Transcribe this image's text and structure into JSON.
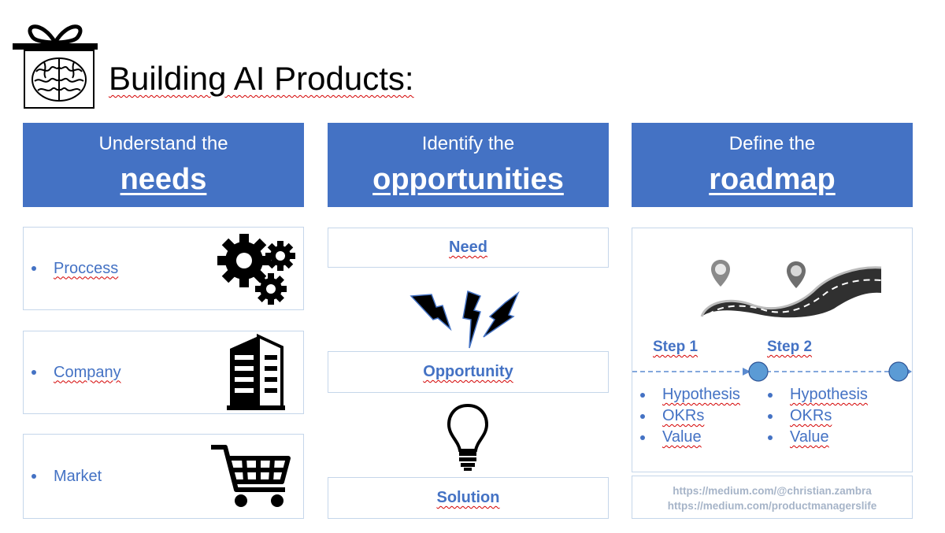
{
  "header": {
    "title": "Building AI Products:"
  },
  "columns": [
    {
      "small": "Understand the",
      "big": "needs"
    },
    {
      "small": "Identify the",
      "big": "opportunities"
    },
    {
      "small": "Define the",
      "big": "roadmap"
    }
  ],
  "needs": {
    "items": [
      {
        "label": "Proccess",
        "icon": "gears-icon"
      },
      {
        "label": "Company",
        "icon": "building-icon"
      },
      {
        "label": "Market",
        "icon": "shopping-cart-icon"
      }
    ]
  },
  "opportunities": {
    "need": "Need",
    "opportunity": "Opportunity",
    "solution": "Solution",
    "icons": [
      "lightning-bolts-icon",
      "lightbulb-icon"
    ]
  },
  "roadmap": {
    "steps": [
      {
        "label": "Step 1",
        "items": [
          "Hypothesis",
          "OKRs",
          "Value"
        ]
      },
      {
        "label": "Step 2",
        "items": [
          "Hypothesis",
          "OKRs",
          "Value"
        ]
      }
    ],
    "icon": "road-map-icon"
  },
  "links": {
    "url1": "https://medium.com/@christian.zambra",
    "url2": "https://medium.com/productmanagerslife"
  },
  "colors": {
    "accent": "#4472c4",
    "box_border": "#c5d6ea",
    "url_gray": "#a6b4c8"
  }
}
